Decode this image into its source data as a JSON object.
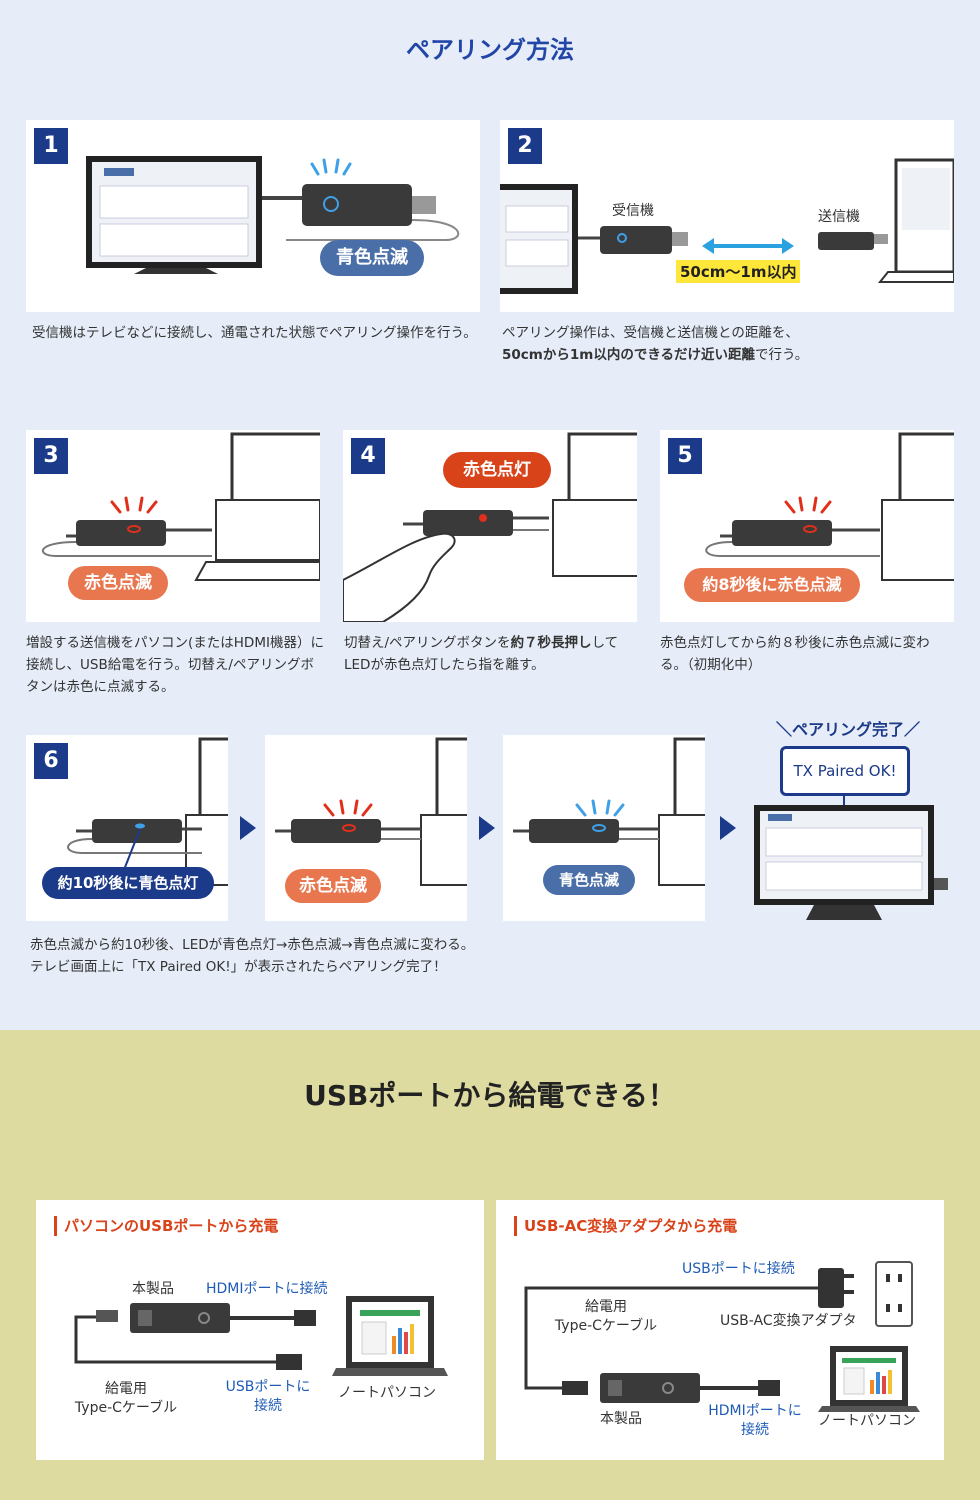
{
  "pairing": {
    "title": "ペアリング方法",
    "steps": [
      {
        "num": "1",
        "badge": "青色点滅",
        "caption": "受信機はテレビなどに接続し、通電された状態でペアリング操作を行う。"
      },
      {
        "num": "2",
        "receiver": "受信機",
        "sender": "送信機",
        "distance": "50cm〜1m以内",
        "caption_a": "ペアリング操作は、受信機と送信機との距離を、",
        "caption_b": "50cmから1m以内のできるだけ近い距離",
        "caption_c": "で行う。"
      },
      {
        "num": "3",
        "badge": "赤色点滅",
        "caption": "増設する送信機をパソコン(またはHDMI機器）に接続し、USB給電を行う。切替え/ペアリングボタンは赤色に点滅する。"
      },
      {
        "num": "4",
        "badge": "赤色点灯",
        "caption_a": "切替え/ペアリングボタンを",
        "caption_b": "約７秒長押し",
        "caption_c": "してLEDが赤色点灯したら指を離す。"
      },
      {
        "num": "5",
        "badge": "約8秒後に赤色点滅",
        "caption": "赤色点灯してから約８秒後に赤色点滅に変わる。（初期化中）"
      },
      {
        "num": "6",
        "badge_a": "約10秒後に青色点灯",
        "badge_b": "赤色点滅",
        "badge_c": "青色点滅",
        "complete": "ペアリング完了",
        "tv_text": "TX Paired OK!",
        "caption_1": "赤色点滅から約10秒後、LEDが青色点灯→赤色点滅→青色点滅に変わる。",
        "caption_2": "テレビ画面上に「TX Paired OK!」が表示されたらペアリング完了！"
      }
    ]
  },
  "usb": {
    "title": "USBポートから給電できる！",
    "left": {
      "title": "パソコンのUSBポートから充電",
      "product": "本製品",
      "hdmi": "HDMIポートに接続",
      "usb_a": "USBポートに",
      "usb_b": "接続",
      "cable_a": "給電用",
      "cable_b": "Type-Cケーブル",
      "laptop": "ノートパソコン"
    },
    "right": {
      "title": "USB-AC変換アダプタから充電",
      "usb": "USBポートに接続",
      "adapter": "USB-AC変換アダプタ",
      "cable_a": "給電用",
      "cable_b": "Type-Cケーブル",
      "product": "本製品",
      "hdmi_a": "HDMIポートに",
      "hdmi_b": "接続",
      "laptop": "ノートパソコン"
    }
  },
  "colors": {
    "navy": "#1c3a8a",
    "blue_badge": "#4a6fa8",
    "orange_badge": "#e8764f",
    "red_badge": "#d9431a",
    "yellow_band": "#dedba0"
  }
}
